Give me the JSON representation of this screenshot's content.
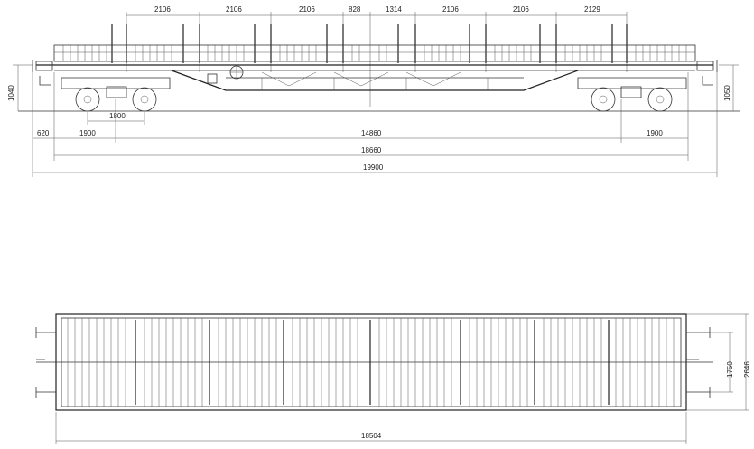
{
  "side_view": {
    "top_dims": [
      "2106",
      "2106",
      "2106",
      "828",
      "1314",
      "2106",
      "2106",
      "2129"
    ],
    "left_height": "1040",
    "right_height": "1050",
    "bogie_wheelbase": "1800",
    "end_offset": "620",
    "bogie_left": "1900",
    "bogie_right": "1900",
    "bogie_centers": "14860",
    "over_buffers_frame": "18660",
    "overall_length": "19900"
  },
  "top_view": {
    "inner_width": "1750",
    "outer_width": "2646",
    "deck_length": "18504"
  },
  "colors": {
    "line": "#333333",
    "background": "#ffffff"
  }
}
